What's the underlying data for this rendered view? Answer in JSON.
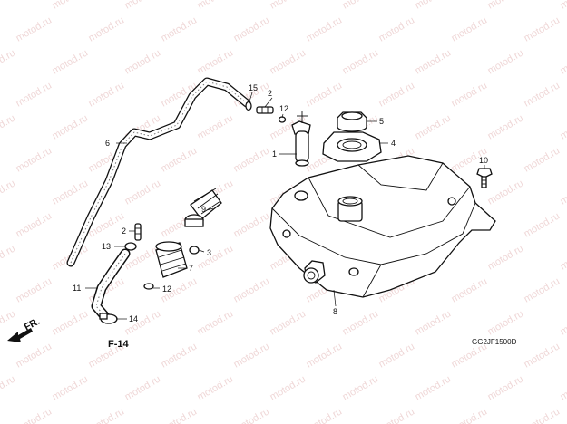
{
  "watermark": {
    "text": "motod.ru",
    "color": "#d9a0a0"
  },
  "direction_marker": {
    "text": "FR.",
    "icon": "front-direction-arrow-icon"
  },
  "reference": {
    "text": "F-14"
  },
  "drawing_code": {
    "text": "GG2JF1500D"
  },
  "callouts": {
    "c1": "1",
    "c2a": "2",
    "c2b": "2",
    "c3": "3",
    "c4": "4",
    "c5": "5",
    "c6": "6",
    "c7": "7",
    "c8": "8",
    "c9": "9",
    "c10": "10",
    "c11": "11",
    "c12a": "12",
    "c12b": "12",
    "c13": "13",
    "c14": "14",
    "c15": "15"
  }
}
